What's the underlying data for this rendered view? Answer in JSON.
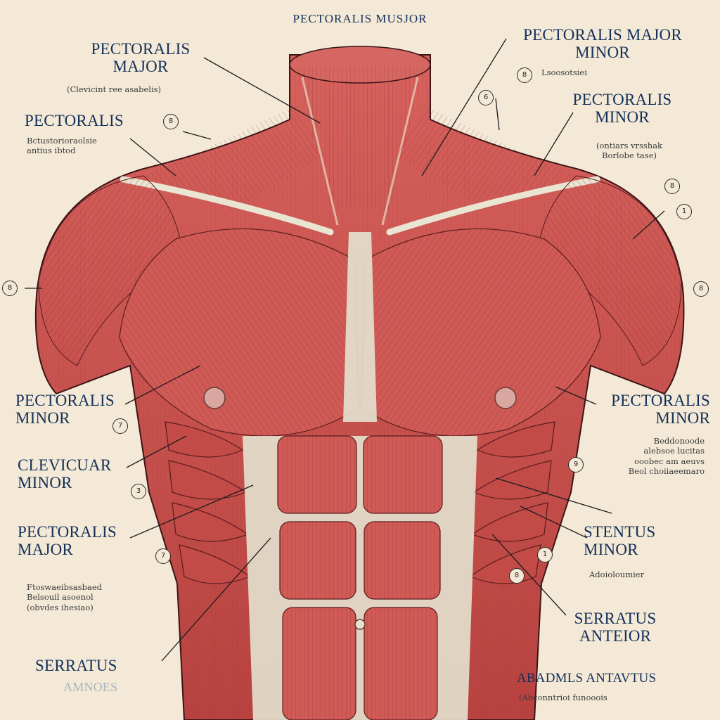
{
  "title": "PECTORALIS MUSJOR",
  "labels": {
    "top_left_major": "PECTORALIS\nMAJOR",
    "top_left_major_note": "(Clevicint ree asabelis)",
    "upper_left_pectoralis": "PECTORALIS",
    "upper_left_pectoralis_note": "Bctustorioraolsie\nantius ibtod",
    "top_right": "PECTORALIS MAJOR\nMINOR",
    "top_right_note": "Lsoosotsiei",
    "upper_right_minor": "PECTORALIS\nMINOR",
    "upper_right_minor_note": "(ontiars vrsshak\nBorlobe tase)",
    "mid_left_minor": "PECTORALIS\nMINOR",
    "mid_right_minor": "PECTORALIS\nMINOR",
    "mid_right_minor_note": "Beddonoode\nalebsoe lucitas\nooobec am aeuvs\nBeol choiiaeemaro",
    "clevicular_minor": "CLEVICUAR\nMINOR",
    "lower_left_major": "PECTORALIS\nMAJOR",
    "lower_left_major_note": "Ftoswaeibsasbaed\nBelsouil asoenol\n(obvdes ihesiao)",
    "stentus_minor": "STENTUS\nMINOR",
    "stentus_minor_note": "Adoioloumier",
    "serratus_anterior": "SERRATUS\nANTEIOR",
    "serratus_left": "SERRATUS",
    "serratus_left_note": "AMNOES",
    "abdominal": "ABADMLS ANTAVTUS",
    "abdominal_note": "(Abconntrioi funooois"
  },
  "markers": {
    "n1": "8",
    "n2": "6",
    "n3": "8",
    "n4": "8",
    "n5": "1",
    "n6": "8",
    "n7": "8",
    "n8": "7",
    "n9": "3",
    "n10": "7",
    "n11": "9",
    "n12": "1",
    "n13": "8"
  },
  "colors": {
    "background": "#f3e9d6",
    "muscle": "#c9524f",
    "muscle_dark": "#8e2f31",
    "tendon": "#e4e2cf",
    "label_text": "#14305a"
  }
}
